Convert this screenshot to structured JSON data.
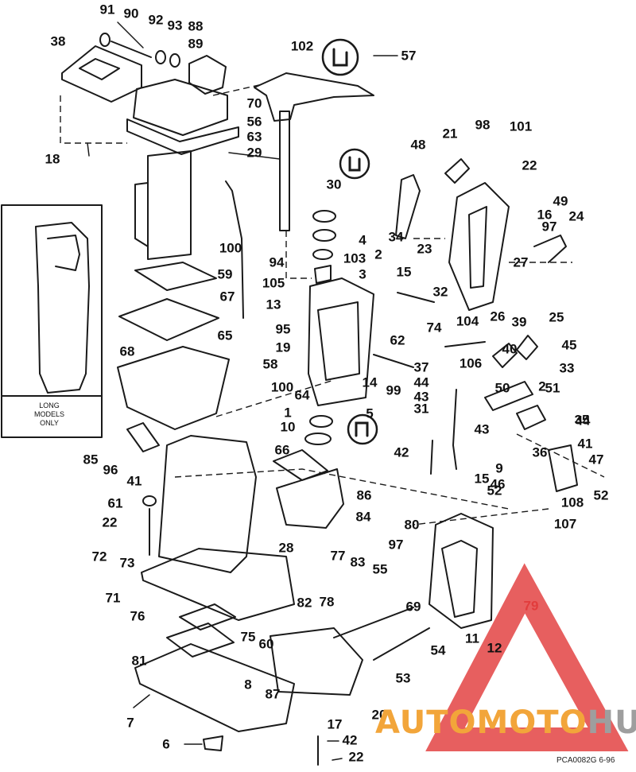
{
  "diagram": {
    "inset_note": "LONG\nMODELS\nONLY",
    "figure_code": "PCA0082G   6-96",
    "watermark": {
      "part1": "AUTOMOTO",
      "part2": "HUB"
    },
    "callout_numbers": [
      "91",
      "90",
      "92",
      "93",
      "88",
      "89",
      "102",
      "57",
      "38",
      "70",
      "56",
      "63",
      "29",
      "18",
      "30",
      "4",
      "103",
      "3",
      "2",
      "15",
      "105",
      "13",
      "95",
      "19",
      "58",
      "100",
      "94",
      "59",
      "67",
      "68",
      "65",
      "48",
      "21",
      "98",
      "101",
      "22",
      "49",
      "16",
      "97",
      "24",
      "34",
      "23",
      "27",
      "32",
      "26",
      "25",
      "74",
      "62",
      "104",
      "39",
      "40",
      "106",
      "45",
      "33",
      "37",
      "99",
      "44",
      "43",
      "50",
      "51",
      "14",
      "5",
      "31",
      "1",
      "10",
      "64",
      "66",
      "86",
      "84",
      "85",
      "96",
      "41",
      "42",
      "46",
      "35",
      "9",
      "36",
      "47",
      "52",
      "108",
      "107",
      "61",
      "22",
      "28",
      "80",
      "79",
      "72",
      "73",
      "71",
      "76",
      "77",
      "83",
      "55",
      "97",
      "78",
      "69",
      "82",
      "75",
      "60",
      "81",
      "8",
      "87",
      "7",
      "20",
      "17",
      "54",
      "53",
      "11",
      "12",
      "6",
      "42",
      "22",
      "52",
      "44",
      "41",
      "43",
      "15",
      "2",
      "100"
    ],
    "colors": {
      "line": "#1a1a1a",
      "triangle": "#e23c3c",
      "watermark": "#f2a53a",
      "watermark2": "#9e9e9e"
    }
  }
}
